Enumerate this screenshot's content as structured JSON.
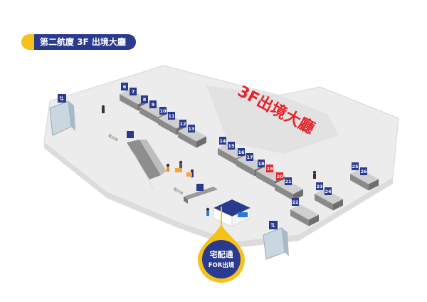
{
  "header": {
    "title": "第二航廈 3F 出境大廳"
  },
  "map": {
    "area_label": "3F出境大廳",
    "escalator_label": "電扶梯",
    "counters": [
      "6",
      "7",
      "8",
      "9",
      "10",
      "11",
      "12",
      "13",
      "14",
      "15",
      "16",
      "17",
      "18",
      "19",
      "20",
      "21",
      "22",
      "23",
      "24",
      "25",
      "26"
    ],
    "highlight_counters": [
      "19",
      "20"
    ],
    "callout": {
      "line1": "宅配通",
      "line2": "FOR出境"
    }
  },
  "colors": {
    "brand_blue": "#2a3a8f",
    "accent_yellow": "#f5c21b",
    "label_red": "#e5242b",
    "floor_grey": "#ececec"
  }
}
